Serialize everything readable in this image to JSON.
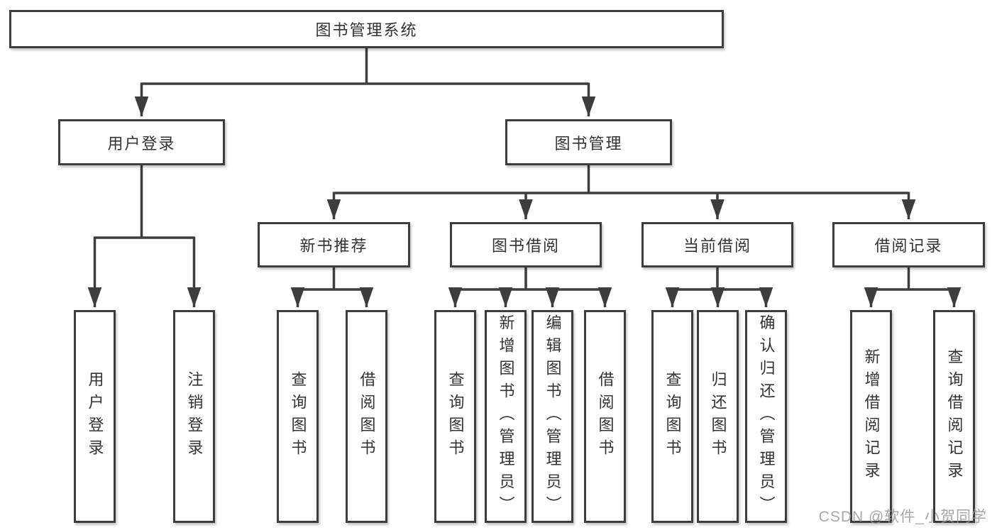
{
  "diagram": {
    "root_label": "图书管理系统",
    "user_login": {
      "label": "用户登录",
      "children": [
        "用户登录",
        "注销登录"
      ]
    },
    "book_management": {
      "label": "图书管理",
      "groups": [
        {
          "label": "新书推荐",
          "children": [
            "查询图书",
            "借阅图书"
          ]
        },
        {
          "label": "图书借阅",
          "children": [
            "查询图书",
            "新增图书（管理员）",
            "编辑图书（管理员）",
            "借阅图书"
          ]
        },
        {
          "label": "当前借阅",
          "children": [
            "查询图书",
            "归还图书",
            "确认归还（管理员）"
          ]
        },
        {
          "label": "借阅记录",
          "children": [
            "新增借阅记录",
            "查询借阅记录"
          ]
        }
      ]
    }
  },
  "watermark_text": "CSDN @软件_小贺同学",
  "colors": {
    "line": "#3d3d3d",
    "text": "#333333",
    "background": "#ffffff",
    "watermark": "#989898"
  }
}
